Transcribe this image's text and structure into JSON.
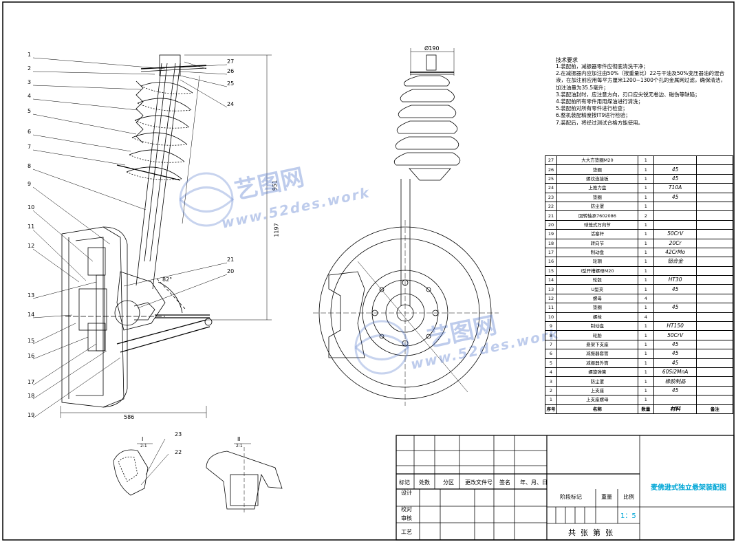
{
  "tech_req": {
    "title": "技术要求",
    "items": [
      "1.装配前，减振器零件应彻底清洗干净；",
      "2.在减振器内应加注由50%（按重量比）22号干油及50%变压器油的混合液，在加注前应用每平方厘米1200~1300个孔的金属网过滤，确保清洁，加注油量为35.5毫升；",
      "3.装配油封时，应注意方向，刃口应尖锐无卷边、磁伤等缺陷；",
      "4.装配前所有零件用用煤油进行清洗；",
      "5.装配前对所有零件进行检查；",
      "6.整机装配精度按IT9进行检验；",
      "7.装配后，将经过测试合格方能使用。"
    ]
  },
  "parts": [
    {
      "no": "27",
      "name": "大大方垫圈M20",
      "qty": "1",
      "material": "",
      "note": ""
    },
    {
      "no": "26",
      "name": "垫圈",
      "qty": "1",
      "material": "45",
      "note": ""
    },
    {
      "no": "25",
      "name": "螺纹连接板",
      "qty": "1",
      "material": "45",
      "note": ""
    },
    {
      "no": "24",
      "name": "上推力盘",
      "qty": "1",
      "material": "T10A",
      "note": ""
    },
    {
      "no": "23",
      "name": "垫圈",
      "qty": "1",
      "material": "45",
      "note": ""
    },
    {
      "no": "22",
      "name": "防尘罩",
      "qty": "1",
      "material": "",
      "note": ""
    },
    {
      "no": "21",
      "name": "回转轴承7602086",
      "qty": "2",
      "material": "",
      "note": ""
    },
    {
      "no": "20",
      "name": "球笼式万向节",
      "qty": "1",
      "material": "",
      "note": ""
    },
    {
      "no": "19",
      "name": "活塞杆",
      "qty": "1",
      "material": "50CrV",
      "note": ""
    },
    {
      "no": "18",
      "name": "转向节",
      "qty": "1",
      "material": "20Cr",
      "note": ""
    },
    {
      "no": "17",
      "name": "制动盘",
      "qty": "1",
      "material": "42CrMo",
      "note": ""
    },
    {
      "no": "16",
      "name": "轮辋",
      "qty": "1",
      "material": "铝合金",
      "note": ""
    },
    {
      "no": "15",
      "name": "I型开槽螺母M20",
      "qty": "1",
      "material": "",
      "note": ""
    },
    {
      "no": "14",
      "name": "轮毂",
      "qty": "1",
      "material": "HT30",
      "note": ""
    },
    {
      "no": "13",
      "name": "U型夹",
      "qty": "1",
      "material": "45",
      "note": ""
    },
    {
      "no": "12",
      "name": "螺母",
      "qty": "4",
      "material": "",
      "note": ""
    },
    {
      "no": "11",
      "name": "垫圈",
      "qty": "1",
      "material": "45",
      "note": ""
    },
    {
      "no": "10",
      "name": "螺栓",
      "qty": "4",
      "material": "",
      "note": ""
    },
    {
      "no": "9",
      "name": "制动盘",
      "qty": "1",
      "material": "HT150",
      "note": ""
    },
    {
      "no": "8",
      "name": "轮胎",
      "qty": "1",
      "material": "50CrV",
      "note": ""
    },
    {
      "no": "7",
      "name": "悬架下支座",
      "qty": "1",
      "material": "45",
      "note": ""
    },
    {
      "no": "6",
      "name": "减振器套管",
      "qty": "1",
      "material": "45",
      "note": ""
    },
    {
      "no": "5",
      "name": "减振器外筒",
      "qty": "1",
      "material": "45",
      "note": ""
    },
    {
      "no": "4",
      "name": "螺旋弹簧",
      "qty": "1",
      "material": "60Si2MnA",
      "note": ""
    },
    {
      "no": "3",
      "name": "防尘罩",
      "qty": "1",
      "material": "橡胶制品",
      "note": ""
    },
    {
      "no": "2",
      "name": "上支座",
      "qty": "1",
      "material": "45",
      "note": ""
    },
    {
      "no": "1",
      "name": "上支座螺母",
      "qty": "1",
      "material": "",
      "note": ""
    }
  ],
  "parts_header": {
    "no": "序号",
    "name": "名称",
    "qty": "数量",
    "material": "材料",
    "note": "备注"
  },
  "title_block": {
    "labels": [
      "标记",
      "处数",
      "分区",
      "更改文件号",
      "签名",
      "年、月、日"
    ],
    "rows": [
      "设计",
      "校对",
      "审核",
      "工艺"
    ],
    "stage_label": "阶段标记",
    "weight_label": "重量",
    "scale_label": "比例",
    "scale_value": "1：5",
    "sheets": "共  张  第  张",
    "title": "麦佛逊式独立悬架装配图"
  },
  "callouts_left": [
    "1",
    "2",
    "3",
    "4",
    "5",
    "6",
    "7",
    "8",
    "9",
    "10",
    "11",
    "12",
    "13",
    "14",
    "15",
    "16",
    "17",
    "18",
    "19"
  ],
  "callouts_right": [
    "27",
    "26",
    "25",
    "24",
    "21",
    "20"
  ],
  "detail_labels": {
    "d1": "23",
    "d2": "22",
    "d1_ratio": "I",
    "d1_scale": "2:1",
    "d2_ratio": "II",
    "d2_scale": "2:1"
  },
  "dimensions": {
    "d_bottom": "586",
    "d_right": "1197",
    "d_mid": "951",
    "d_top": "Ø190",
    "angle": "82°"
  },
  "watermarks": {
    "brand": "艺图网",
    "url": "www.52des.work"
  },
  "colors": {
    "line": "#000000",
    "title_accent": "#00a6d6",
    "watermark": "#4a6ec8"
  }
}
